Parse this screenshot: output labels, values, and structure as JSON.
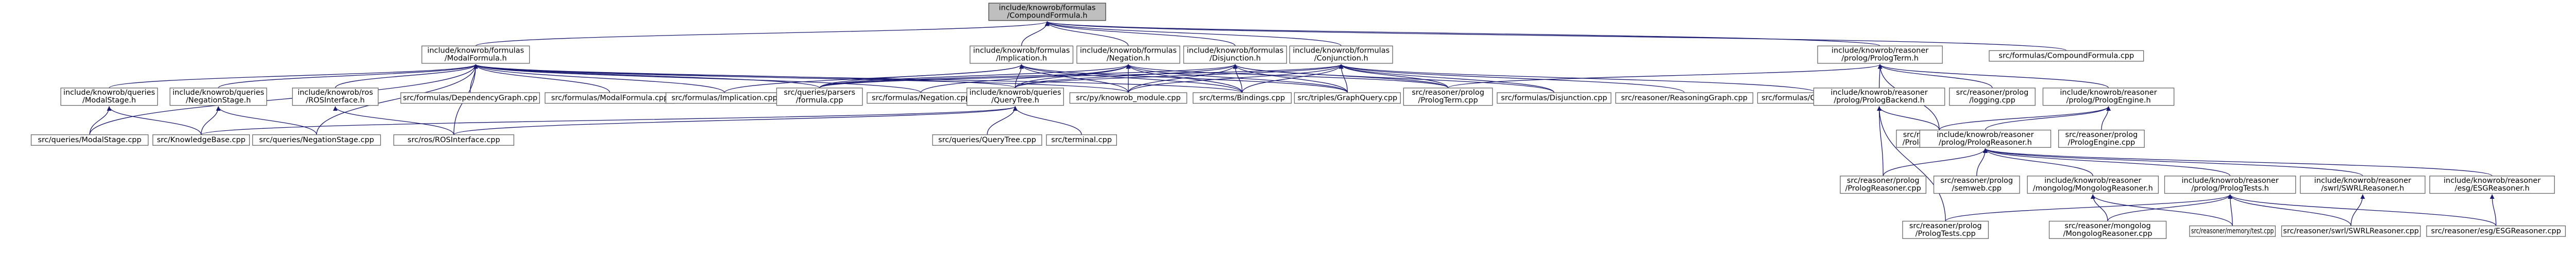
{
  "graph": {
    "kind": "include-dependency-graph",
    "colors": {
      "edge": "#191970",
      "node_border": "#666666",
      "root_fill": "#bfbfbf",
      "node_fill": "#ffffff"
    },
    "nodes": [
      {
        "id": "root",
        "lines": [
          "include/knowrob/formulas",
          "/CompoundFormula.h"
        ],
        "root": true
      },
      {
        "id": "modal_h",
        "lines": [
          "include/knowrob/formulas",
          "/ModalFormula.h"
        ]
      },
      {
        "id": "impl_h",
        "lines": [
          "include/knowrob/formulas",
          "/Implication.h"
        ]
      },
      {
        "id": "neg_h",
        "lines": [
          "include/knowrob/formulas",
          "/Negation.h"
        ]
      },
      {
        "id": "disj_h",
        "lines": [
          "include/knowrob/formulas",
          "/Disjunction.h"
        ]
      },
      {
        "id": "conj_h",
        "lines": [
          "include/knowrob/formulas",
          "/Conjunction.h"
        ]
      },
      {
        "id": "prologterm_h",
        "lines": [
          "include/knowrob/reasoner",
          "/prolog/PrologTerm.h"
        ]
      },
      {
        "id": "compound_cpp",
        "lines": [
          "src/formulas/CompoundFormula.cpp"
        ]
      },
      {
        "id": "modalstage_h",
        "lines": [
          "include/knowrob/queries",
          "/ModalStage.h"
        ]
      },
      {
        "id": "negstage_h",
        "lines": [
          "include/knowrob/queries",
          "/NegationStage.h"
        ]
      },
      {
        "id": "rosiface_h",
        "lines": [
          "include/knowrob/ros",
          "/ROSInterface.h"
        ]
      },
      {
        "id": "depgraph_cpp",
        "lines": [
          "src/formulas/DependencyGraph.cpp"
        ]
      },
      {
        "id": "modal_cpp",
        "lines": [
          "src/formulas/ModalFormula.cpp"
        ]
      },
      {
        "id": "impl_cpp",
        "lines": [
          "src/formulas/Implication.cpp"
        ]
      },
      {
        "id": "parsers_cpp",
        "lines": [
          "src/queries/parsers",
          "/formula.cpp"
        ]
      },
      {
        "id": "negation_cpp",
        "lines": [
          "src/formulas/Negation.cpp"
        ]
      },
      {
        "id": "querytree_h",
        "lines": [
          "include/knowrob/queries",
          "/QueryTree.h"
        ]
      },
      {
        "id": "pymodule_cpp",
        "lines": [
          "src/py/knowrob_module.cpp"
        ]
      },
      {
        "id": "bindings_cpp",
        "lines": [
          "src/terms/Bindings.cpp"
        ]
      },
      {
        "id": "graphquery_cpp",
        "lines": [
          "src/triples/GraphQuery.cpp"
        ]
      },
      {
        "id": "prologterm_cpp",
        "lines": [
          "src/reasoner/prolog",
          "/PrologTerm.cpp"
        ]
      },
      {
        "id": "disj_cpp",
        "lines": [
          "src/formulas/Disjunction.cpp"
        ]
      },
      {
        "id": "reasgraph_cpp",
        "lines": [
          "src/reasoner/ReasoningGraph.cpp"
        ]
      },
      {
        "id": "conj_cpp",
        "lines": [
          "src/formulas/Conjunction.cpp"
        ]
      },
      {
        "id": "logging_cpp",
        "lines": [
          "src/reasoner/prolog",
          "/logging.cpp"
        ]
      },
      {
        "id": "prologbackend_h",
        "lines": [
          "include/knowrob/reasoner",
          "/prolog/PrologBackend.h"
        ]
      },
      {
        "id": "prologengine_h",
        "lines": [
          "include/knowrob/reasoner",
          "/prolog/PrologEngine.h"
        ]
      },
      {
        "id": "modalstage_cpp",
        "lines": [
          "src/queries/ModalStage.cpp"
        ]
      },
      {
        "id": "kb_cpp",
        "lines": [
          "src/KnowledgeBase.cpp"
        ]
      },
      {
        "id": "negstage_cpp",
        "lines": [
          "src/queries/NegationStage.cpp"
        ]
      },
      {
        "id": "rosiface_cpp",
        "lines": [
          "src/ros/ROSInterface.cpp"
        ]
      },
      {
        "id": "querytree_cpp",
        "lines": [
          "src/queries/QueryTree.cpp"
        ]
      },
      {
        "id": "terminal_cpp",
        "lines": [
          "src/terminal.cpp"
        ]
      },
      {
        "id": "prologbackend_cpp",
        "lines": [
          "src/reasoner/prolog",
          "/PrologBackend.cpp"
        ]
      },
      {
        "id": "prologengine_cpp",
        "lines": [
          "src/reasoner/prolog",
          "/PrologEngine.cpp"
        ]
      },
      {
        "id": "prologreasoner_h",
        "lines": [
          "include/knowrob/reasoner",
          "/prolog/PrologReasoner.h"
        ]
      },
      {
        "id": "prologreasoner_cpp",
        "lines": [
          "src/reasoner/prolog",
          "/PrologReasoner.cpp"
        ]
      },
      {
        "id": "swiweb_cpp",
        "lines": [
          "src/reasoner/prolog",
          "/semweb.cpp"
        ]
      },
      {
        "id": "mongolog_h",
        "lines": [
          "include/knowrob/reasoner",
          "/mongolog/MongologReasoner.h"
        ]
      },
      {
        "id": "prologtests_h",
        "lines": [
          "include/knowrob/reasoner",
          "/prolog/PrologTests.h"
        ]
      },
      {
        "id": "swrl_h",
        "lines": [
          "include/knowrob/reasoner",
          "/swrl/SWRLReasoner.h"
        ]
      },
      {
        "id": "esg_h",
        "lines": [
          "include/knowrob/reasoner",
          "/esg/ESGReasoner.h"
        ]
      },
      {
        "id": "mongolog_cpp",
        "lines": [
          "src/reasoner/mongolog",
          "/MongologReasoner.cpp"
        ]
      },
      {
        "id": "memory_cpp",
        "lines": [
          "src/reasoner/memory/test.cpp"
        ]
      },
      {
        "id": "swrl_cpp",
        "lines": [
          "src/reasoner/swrl/SWRLReasoner.cpp"
        ]
      },
      {
        "id": "esg_cpp",
        "lines": [
          "src/reasoner/esg/ESGReasoner.cpp"
        ]
      },
      {
        "id": "prologtests_cpp",
        "lines": [
          "src/reasoner/prolog",
          "/PrologTests.cpp"
        ]
      }
    ],
    "edges": [
      [
        "modal_h",
        "root"
      ],
      [
        "impl_h",
        "root"
      ],
      [
        "neg_h",
        "root"
      ],
      [
        "disj_h",
        "root"
      ],
      [
        "conj_h",
        "root"
      ],
      [
        "prologterm_h",
        "root"
      ],
      [
        "compound_cpp",
        "root"
      ],
      [
        "modalstage_h",
        "modal_h"
      ],
      [
        "negstage_h",
        "modal_h"
      ],
      [
        "rosiface_h",
        "modal_h"
      ],
      [
        "depgraph_cpp",
        "modal_h"
      ],
      [
        "modal_cpp",
        "modal_h"
      ],
      [
        "impl_cpp",
        "modal_h"
      ],
      [
        "parsers_cpp",
        "modal_h"
      ],
      [
        "negation_cpp",
        "modal_h"
      ],
      [
        "querytree_h",
        "modal_h"
      ],
      [
        "pymodule_cpp",
        "modal_h"
      ],
      [
        "bindings_cpp",
        "modal_h"
      ],
      [
        "modalstage_cpp",
        "modal_h"
      ],
      [
        "negstage_cpp",
        "modal_h"
      ],
      [
        "rosiface_cpp",
        "modal_h"
      ],
      [
        "impl_cpp",
        "impl_h"
      ],
      [
        "parsers_cpp",
        "impl_h"
      ],
      [
        "querytree_h",
        "impl_h"
      ],
      [
        "pymodule_cpp",
        "impl_h"
      ],
      [
        "bindings_cpp",
        "impl_h"
      ],
      [
        "graphquery_cpp",
        "impl_h"
      ],
      [
        "negation_cpp",
        "neg_h"
      ],
      [
        "parsers_cpp",
        "neg_h"
      ],
      [
        "querytree_h",
        "neg_h"
      ],
      [
        "pymodule_cpp",
        "neg_h"
      ],
      [
        "bindings_cpp",
        "neg_h"
      ],
      [
        "graphquery_cpp",
        "neg_h"
      ],
      [
        "prologterm_cpp",
        "neg_h"
      ],
      [
        "disj_cpp",
        "disj_h"
      ],
      [
        "querytree_h",
        "disj_h"
      ],
      [
        "pymodule_cpp",
        "disj_h"
      ],
      [
        "bindings_cpp",
        "disj_h"
      ],
      [
        "graphquery_cpp",
        "disj_h"
      ],
      [
        "prologterm_cpp",
        "disj_h"
      ],
      [
        "parsers_cpp",
        "disj_h"
      ],
      [
        "conj_cpp",
        "conj_h"
      ],
      [
        "reasgraph_cpp",
        "conj_h"
      ],
      [
        "querytree_h",
        "conj_h"
      ],
      [
        "pymodule_cpp",
        "conj_h"
      ],
      [
        "bindings_cpp",
        "conj_h"
      ],
      [
        "graphquery_cpp",
        "conj_h"
      ],
      [
        "prologterm_cpp",
        "conj_h"
      ],
      [
        "disj_cpp",
        "conj_h"
      ],
      [
        "parsers_cpp",
        "conj_h"
      ],
      [
        "logging_cpp",
        "prologterm_h"
      ],
      [
        "prologbackend_h",
        "prologterm_h"
      ],
      [
        "prologengine_h",
        "prologterm_h"
      ],
      [
        "prologterm_cpp",
        "prologterm_h"
      ],
      [
        "prologbackend_cpp",
        "prologterm_h"
      ],
      [
        "modalstage_cpp",
        "modalstage_h"
      ],
      [
        "kb_cpp",
        "modalstage_h"
      ],
      [
        "negstage_cpp",
        "negstage_h"
      ],
      [
        "kb_cpp",
        "negstage_h"
      ],
      [
        "rosiface_cpp",
        "rosiface_h"
      ],
      [
        "querytree_cpp",
        "querytree_h"
      ],
      [
        "terminal_cpp",
        "querytree_h"
      ],
      [
        "kb_cpp",
        "querytree_h"
      ],
      [
        "rosiface_cpp",
        "querytree_h"
      ],
      [
        "prologbackend_cpp",
        "prologbackend_h"
      ],
      [
        "prologreasoner_cpp",
        "prologbackend_h"
      ],
      [
        "prologtests_cpp",
        "prologbackend_h"
      ],
      [
        "prologengine_cpp",
        "prologengine_h"
      ],
      [
        "prologreasoner_h",
        "prologengine_h"
      ],
      [
        "prologbackend_cpp",
        "prologengine_h"
      ],
      [
        "prologreasoner_cpp",
        "prologreasoner_h"
      ],
      [
        "swiweb_cpp",
        "prologreasoner_h"
      ],
      [
        "mongolog_h",
        "prologreasoner_h"
      ],
      [
        "prologtests_h",
        "prologreasoner_h"
      ],
      [
        "swrl_h",
        "prologreasoner_h"
      ],
      [
        "esg_h",
        "prologreasoner_h"
      ],
      [
        "mongolog_cpp",
        "mongolog_h"
      ],
      [
        "memory_cpp",
        "mongolog_h"
      ],
      [
        "prologtests_cpp",
        "prologtests_h"
      ],
      [
        "memory_cpp",
        "prologtests_h"
      ],
      [
        "swrl_cpp",
        "prologtests_h"
      ],
      [
        "esg_cpp",
        "prologtests_h"
      ],
      [
        "mongolog_cpp",
        "prologtests_h"
      ],
      [
        "swrl_cpp",
        "swrl_h"
      ],
      [
        "esg_cpp",
        "esg_h"
      ]
    ]
  }
}
